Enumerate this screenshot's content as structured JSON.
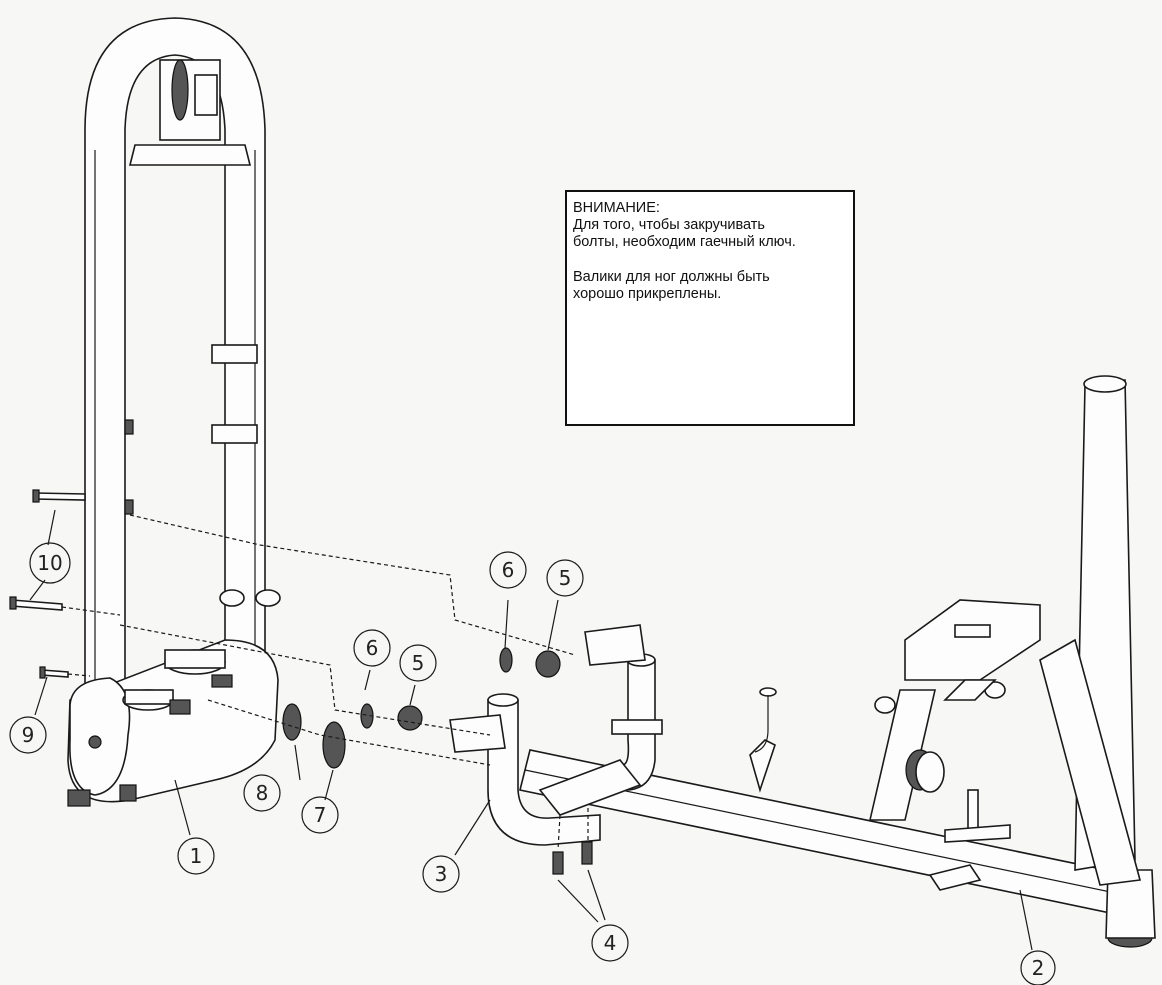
{
  "note": {
    "title": "ВНИМАНИЕ:",
    "line1": "Для того, чтобы закручивать\nболты, необходим гаечный ключ.",
    "line2": "Валики для ног должны быть\nхорошо прикреплены."
  },
  "callouts": {
    "c1": "1",
    "c2": "2",
    "c3": "3",
    "c4": "4",
    "c5a": "5",
    "c5b": "5",
    "c6a": "6",
    "c6b": "6",
    "c7": "7",
    "c8": "8",
    "c9": "9",
    "c10": "10"
  }
}
